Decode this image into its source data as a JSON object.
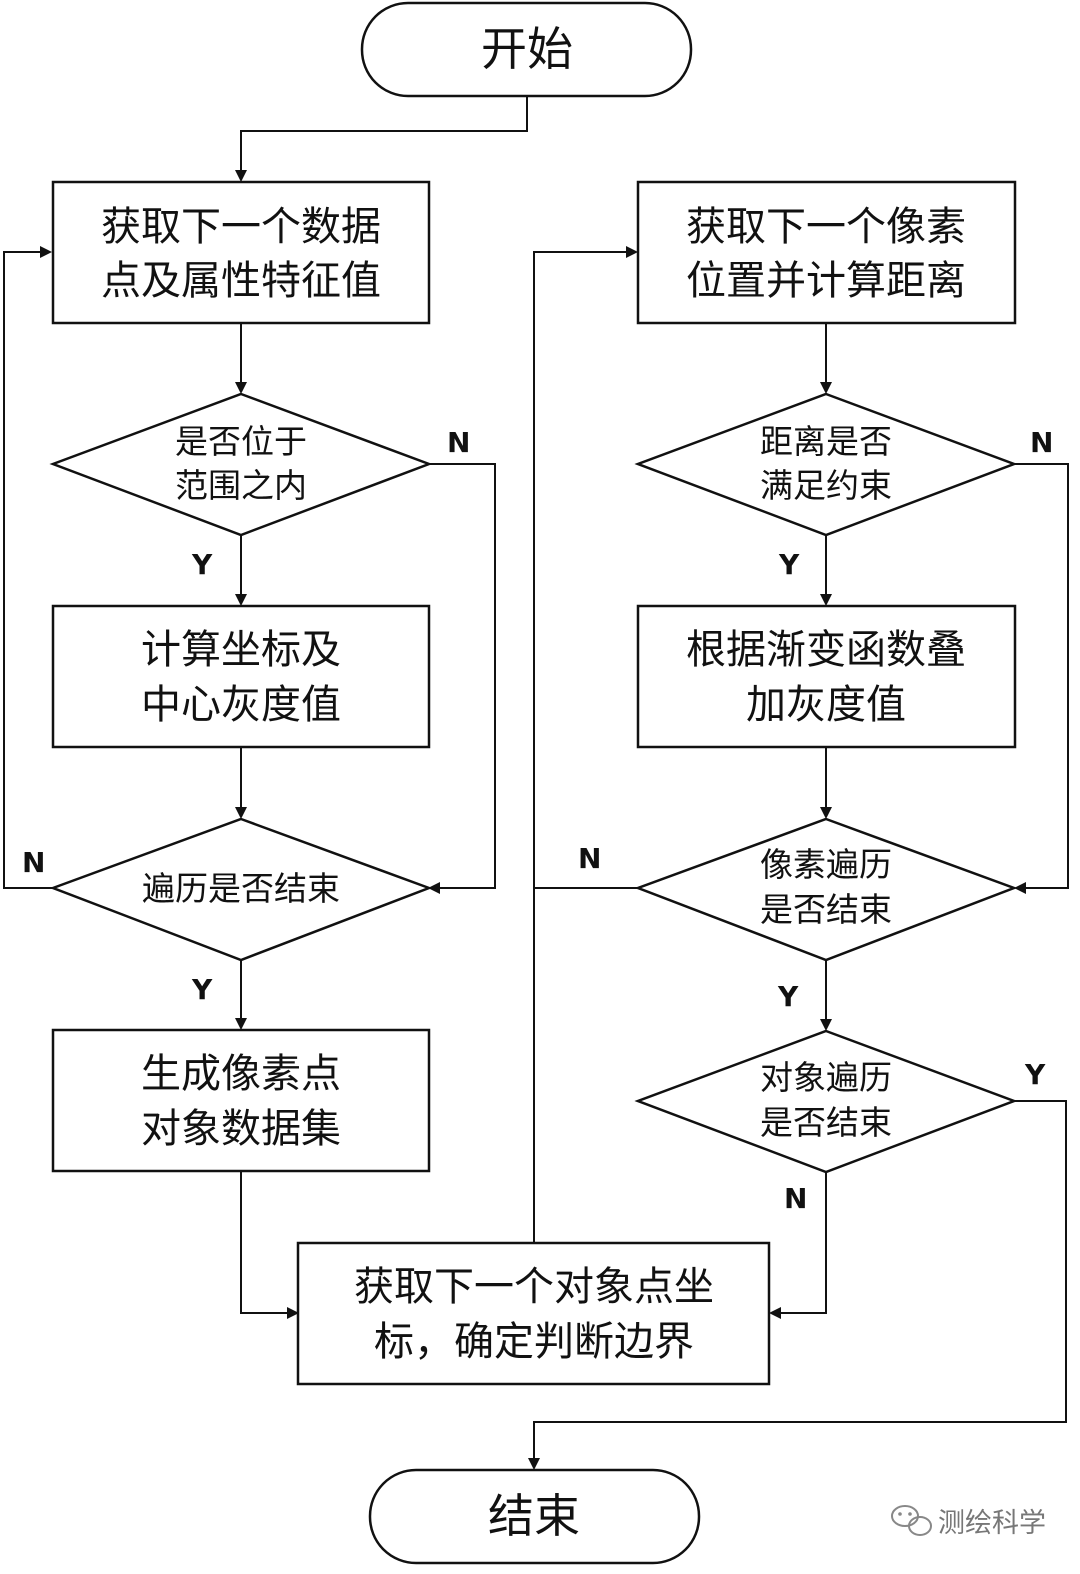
{
  "nodes": {
    "start": {
      "text": "开始"
    },
    "get_data_point": {
      "line1": "获取下一个数据",
      "line2": "点及属性特征值"
    },
    "in_range": {
      "line1": "是否位于",
      "line2": "范围之内"
    },
    "calc_coords": {
      "line1": "计算坐标及",
      "line2": "中心灰度值"
    },
    "traverse_done": {
      "line1": "遍历是否结束"
    },
    "gen_dataset": {
      "line1": "生成像素点",
      "line2": "对象数据集"
    },
    "get_pixel": {
      "line1": "获取下一个像素",
      "line2": "位置并计算距离"
    },
    "dist_ok": {
      "line1": "距离是否",
      "line2": "满足约束"
    },
    "gradient_add": {
      "line1": "根据渐变函数叠",
      "line2": "加灰度值"
    },
    "pixel_traverse_done": {
      "line1": "像素遍历",
      "line2": "是否结束"
    },
    "object_traverse_done": {
      "line1": "对象遍历",
      "line2": "是否结束"
    },
    "get_object_point": {
      "line1": "获取下一个对象点坐",
      "line2": "标，确定判断边界"
    },
    "end": {
      "text": "结束"
    }
  },
  "edge_labels": {
    "in_range_no": "N",
    "in_range_yes": "Y",
    "traverse_no": "N",
    "traverse_yes": "Y",
    "dist_no": "N",
    "dist_yes": "Y",
    "pixel_no": "N",
    "pixel_yes": "Y",
    "object_yes": "Y",
    "object_no": "N"
  },
  "watermark": {
    "text": "测绘科学"
  },
  "colors": {
    "stroke": "#111111",
    "background": "#ffffff",
    "watermark": "#777777"
  }
}
